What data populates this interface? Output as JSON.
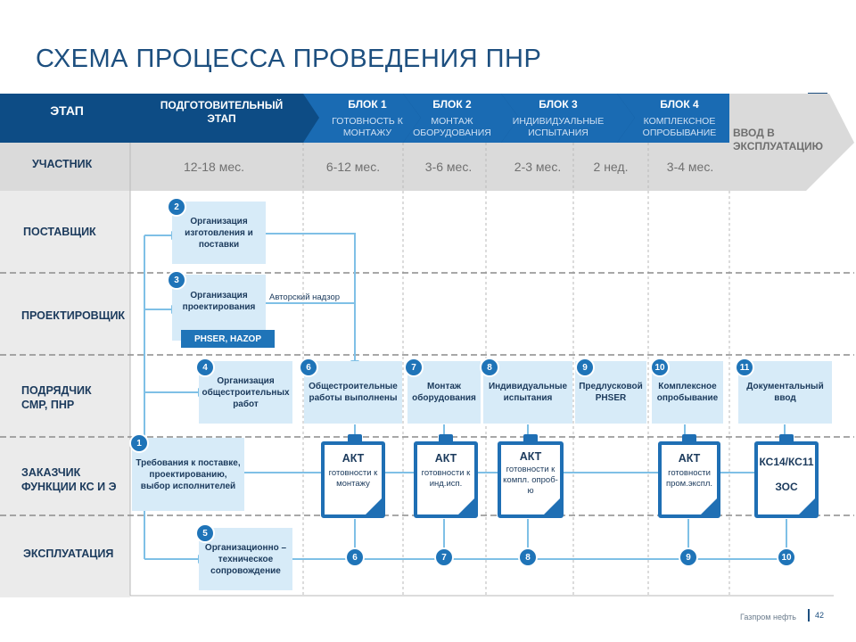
{
  "title": "СХЕМА ПРОЦЕССА ПРОВЕДЕНИЯ ПНР",
  "header": {
    "stage_label": "ЭТАП",
    "prep_label": "ПОДГОТОВИТЕЛЬНЫЙ ЭТАП",
    "blocks": [
      {
        "title": "БЛОК 1",
        "sub": "ГОТОВНОСТЬ К МОНТАЖУ"
      },
      {
        "title": "БЛОК 2",
        "sub": "МОНТАЖ ОБОРУДОВАНИЯ"
      },
      {
        "title": "БЛОК 3",
        "sub": "ИНДИВИДУАЛЬНЫЕ ИСПЫТАНИЯ"
      },
      {
        "title": "БЛОК 4",
        "sub": "КОМПЛЕКСНОЕ ОПРОБЫВАНИЕ"
      }
    ],
    "commission_label": "ВВОД В ЭКСПЛУАТАЦИЮ"
  },
  "participant_row": {
    "label": "УЧАСТНИК",
    "durations": [
      "12-18 мес.",
      "6-12 мес.",
      "3-6 мес.",
      "2-3 мес.",
      "2 нед.",
      "3-4 мес."
    ]
  },
  "rows": {
    "supplier": "ПОСТАВЩИК",
    "designer": "ПРОЕКТИРОВЩИК",
    "contractor": "ПОДРЯДЧИК СМР, ПНР",
    "customer": "ЗАКАЗЧИК ФУНКЦИИ КС И Э",
    "operation": "ЭКСПЛУАТАЦИЯ"
  },
  "steps": [
    {
      "num": "1",
      "text": "Требования к поставке, проектированию, выбор исполнителей"
    },
    {
      "num": "2",
      "text": "Организация изготовления и поставки"
    },
    {
      "num": "3",
      "text": "Организация проектирования"
    },
    {
      "num": "4",
      "text": "Организация общестроительных работ"
    },
    {
      "num": "5",
      "text": "Организационно – техническое сопровождение"
    },
    {
      "num": "6",
      "text": "Общестроительные работы выполнены"
    },
    {
      "num": "7",
      "text": "Монтаж оборудования"
    },
    {
      "num": "8",
      "text": "Индивидуальные испытания"
    },
    {
      "num": "9",
      "text": "Предлусковой PHSER"
    },
    {
      "num": "10",
      "text": "Комплексное опробывание"
    },
    {
      "num": "11",
      "text": "Документальный ввод"
    }
  ],
  "author_supervision": "Авторский надзор",
  "phser_tag": "PHSER, HAZOP",
  "documents": [
    {
      "title": "АКТ",
      "sub": "готовности к монтажу"
    },
    {
      "title": "АКТ",
      "sub": "готовности к инд.исп."
    },
    {
      "title": "АКТ",
      "sub": "готовности к компл. опроб-ю"
    },
    {
      "title": "АКТ",
      "sub": "готовности пром.экспл."
    },
    {
      "title": "КС14/КС11",
      "sub": "ЗОС"
    }
  ],
  "operation_markers": [
    "6",
    "7",
    "8",
    "9",
    "10"
  ],
  "footer": {
    "company": "Газпром нефть",
    "page": "42"
  },
  "colors": {
    "dark_blue": "#0d4c85",
    "mid_blue": "#1f74b8",
    "light_box": "#d7ebf8",
    "grey_band": "#dadada"
  }
}
